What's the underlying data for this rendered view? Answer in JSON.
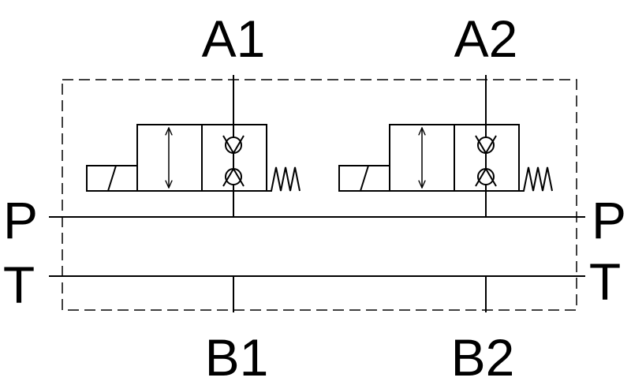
{
  "ports": {
    "a1": "A1",
    "a2": "A2",
    "b1": "B1",
    "b2": "B2",
    "p_left": "P",
    "p_right": "P",
    "t_left": "T",
    "t_right": "T"
  },
  "colors": {
    "line": "#000000",
    "background": "#ffffff"
  }
}
